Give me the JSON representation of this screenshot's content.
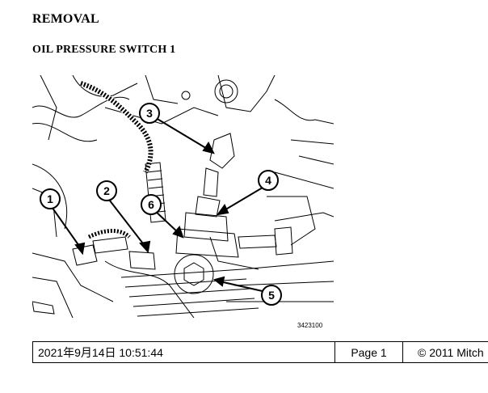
{
  "document": {
    "section_title": "REMOVAL",
    "subsection_title": "OIL PRESSURE SWITCH 1"
  },
  "figure": {
    "figure_id": "3423100",
    "callouts": [
      "1",
      "2",
      "3",
      "4",
      "5",
      "6"
    ],
    "line_color": "#000000"
  },
  "footer": {
    "datetime": "2021年9月14日  10:51:44",
    "page": "Page 1",
    "copyright": "© 2011 Mitch"
  }
}
